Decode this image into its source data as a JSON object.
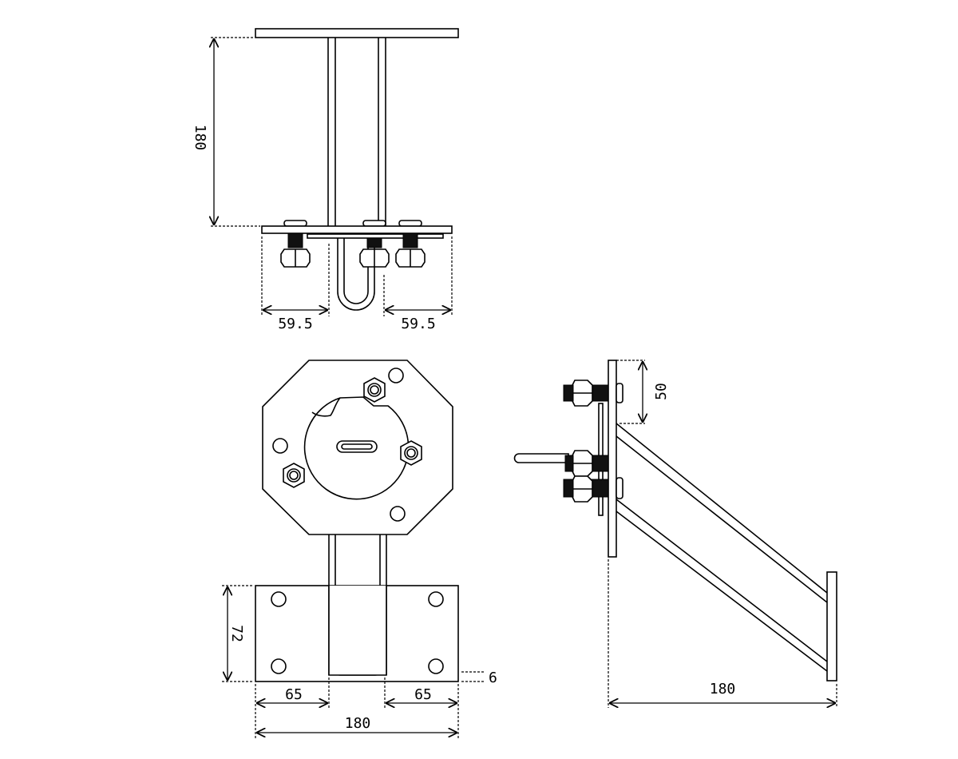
{
  "drawing": {
    "top_view": {
      "height_dim": "180",
      "left_offset_dim": "59.5",
      "right_offset_dim": "59.5"
    },
    "front_view": {
      "base_height_dim": "72",
      "thickness_dim": "6",
      "left_dim": "65",
      "right_dim": "65",
      "width_dim": "180"
    },
    "side_view": {
      "plate_offset_dim": "50",
      "depth_dim": "180"
    },
    "colors": {
      "line": "#000000",
      "background": "#ffffff"
    }
  }
}
